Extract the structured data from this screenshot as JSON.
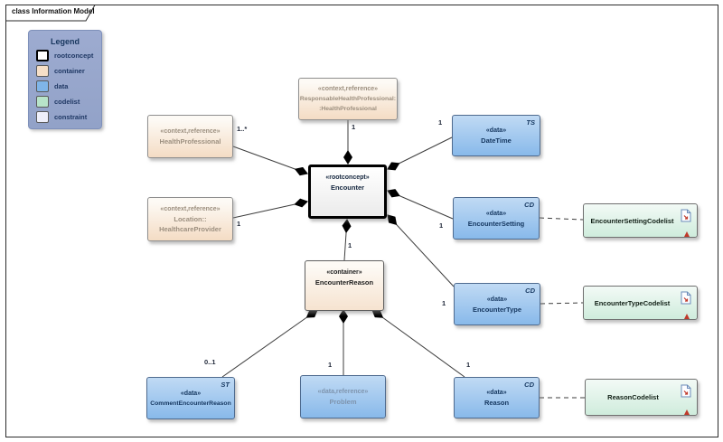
{
  "frame": {
    "title": "class Information Model"
  },
  "legend": {
    "title": "Legend",
    "items": [
      {
        "label": "rootconcept",
        "color": "#ffffff"
      },
      {
        "label": "container",
        "color": "#f6dfc7"
      },
      {
        "label": "data",
        "color": "#7fb5e8"
      },
      {
        "label": "codelist",
        "color": "#b7e3c9"
      },
      {
        "label": "constraint",
        "color": "#eeeffa"
      }
    ]
  },
  "nodes": {
    "responsable_health_professional": {
      "stereotype": "«context,reference»",
      "line1": "ResponsableHealthProfessional:",
      "line2": ":HealthProfessional"
    },
    "health_professional": {
      "stereotype": "«context,reference»",
      "name": "HealthProfessional"
    },
    "healthcare_provider": {
      "stereotype": "«context,reference»",
      "line1": "Location::",
      "line2": "HealthcareProvider"
    },
    "encounter": {
      "stereotype": "«rootconcept»",
      "name": "Encounter"
    },
    "datetime": {
      "stereotype": "«data»",
      "name": "DateTime",
      "tag": "TS"
    },
    "encounter_setting": {
      "stereotype": "«data»",
      "name": "EncounterSetting",
      "tag": "CD"
    },
    "encounter_type": {
      "stereotype": "«data»",
      "name": "EncounterType",
      "tag": "CD"
    },
    "encounter_reason": {
      "stereotype": "«container»",
      "name": "EncounterReason"
    },
    "comment_encounter_reason": {
      "stereotype": "«data»",
      "name": "CommentEncounterReason",
      "tag": "ST"
    },
    "problem": {
      "stereotype": "«data,reference»",
      "name": "Problem"
    },
    "reason": {
      "stereotype": "«data»",
      "name": "Reason",
      "tag": "CD"
    },
    "encounter_setting_codelist": {
      "name": "EncounterSettingCodelist"
    },
    "encounter_type_codelist": {
      "name": "EncounterTypeCodelist"
    },
    "reason_codelist": {
      "name": "ReasonCodelist"
    }
  },
  "multiplicities": {
    "responsable_health_professional": "1",
    "health_professional": "1..*",
    "healthcare_provider": "1",
    "datetime": "1",
    "encounter_setting": "1",
    "encounter_type": "1",
    "encounter_reason": "1",
    "comment_encounter_reason": "0..1",
    "problem": "1",
    "reason": "1"
  },
  "colors": {
    "legend_bg": "#96a6cb",
    "rootconcept_fill": "#ffffff",
    "container_fill": "#f4dcc4",
    "data_fill": "#88b9ea",
    "codelist_fill": "#cfecdc",
    "constraint_fill": "#eeeffa",
    "reference_text": "#9c8f7f",
    "data_text": "#14365f",
    "grayed_reference_text": "#7e94ae",
    "connector": "#3d3d3d"
  }
}
